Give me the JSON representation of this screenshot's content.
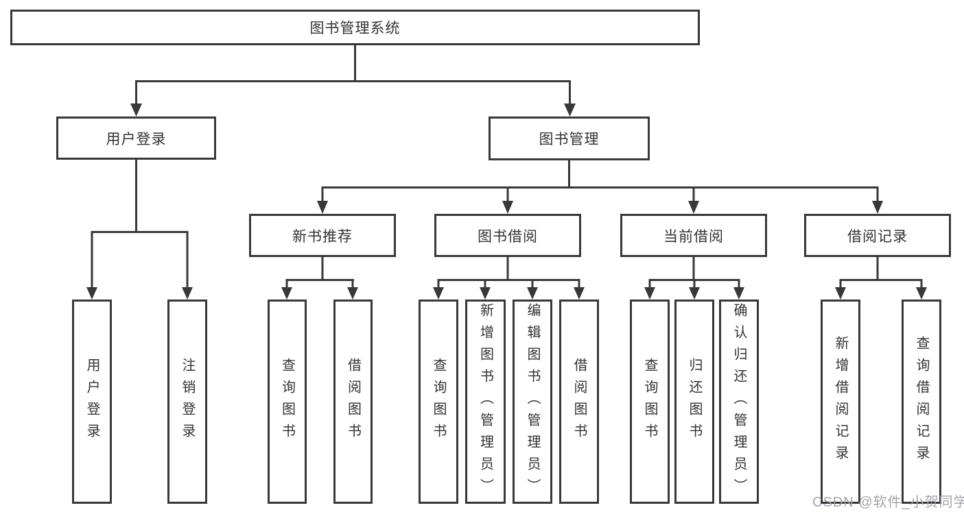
{
  "diagram": {
    "root": "图书管理系统",
    "branches": [
      {
        "label": "用户登录",
        "children": [
          "用户登录",
          "注销登录"
        ]
      },
      {
        "label": "图书管理",
        "children": [
          {
            "label": "新书推荐",
            "children": [
              "查询图书",
              "借阅图书"
            ]
          },
          {
            "label": "图书借阅",
            "children": [
              "查询图书",
              "新增图书（管理员）",
              "编辑图书（管理员）",
              "借阅图书"
            ]
          },
          {
            "label": "当前借阅",
            "children": [
              "查询图书",
              "归还图书",
              "确认归还（管理员）"
            ]
          },
          {
            "label": "借阅记录",
            "children": [
              "新增借阅记录",
              "查询借阅记录"
            ]
          }
        ]
      }
    ]
  },
  "watermark": "CSDN @软件_小贺同学",
  "colors": {
    "line": "#383838",
    "text": "#333333",
    "watermark": "#9e9ea8",
    "background": "#ffffff"
  }
}
